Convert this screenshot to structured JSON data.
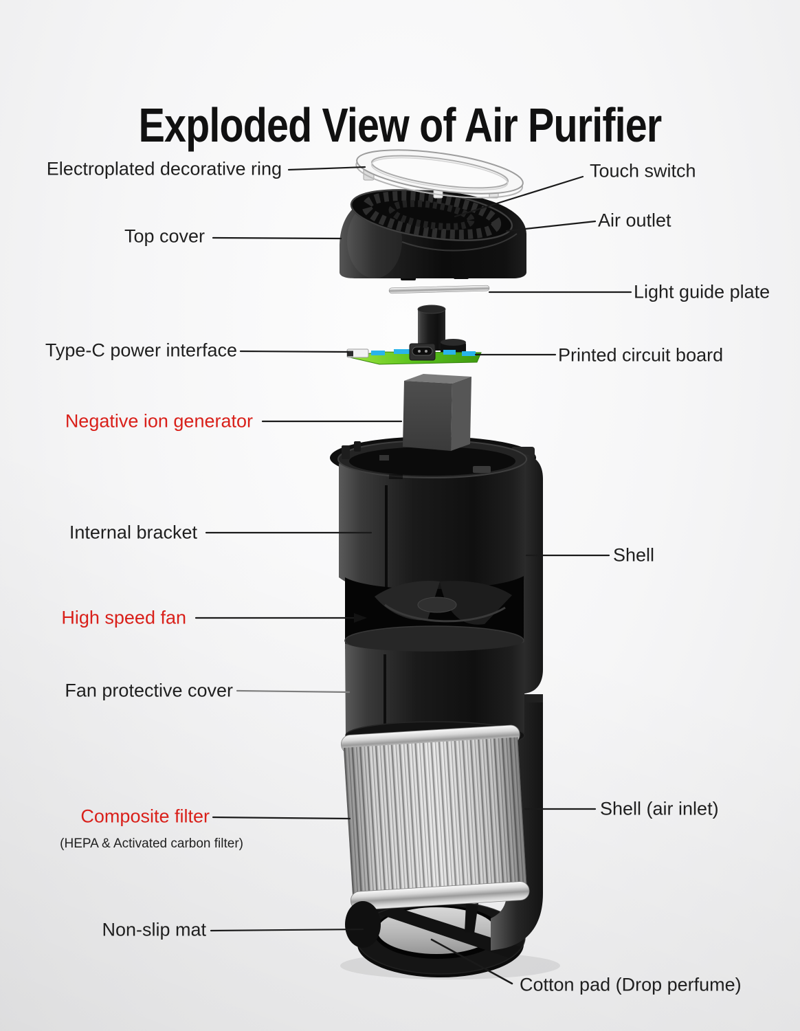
{
  "title": "Exploded View of Air Purifier",
  "colors": {
    "accent_red": "#d9201a",
    "text": "#1f1f1f",
    "leader_line": "#1a1a1a",
    "pcb_green": "#5bc21d",
    "pcb_blue": "#29b4ea"
  },
  "labels": {
    "electroplated_ring": {
      "text": "Electroplated decorative ring"
    },
    "top_cover": {
      "text": "Top cover"
    },
    "touch_switch": {
      "text": "Touch switch"
    },
    "air_outlet": {
      "text": "Air outlet"
    },
    "light_guide_plate": {
      "text": "Light guide plate"
    },
    "type_c": {
      "text": "Type-C power interface"
    },
    "pcb": {
      "text": "Printed circuit board"
    },
    "negative_ion": {
      "text": "Negative ion generator"
    },
    "internal_bracket": {
      "text": "Internal bracket"
    },
    "shell": {
      "text": "Shell"
    },
    "high_speed_fan": {
      "text": "High speed fan"
    },
    "fan_cover": {
      "text": "Fan protective cover"
    },
    "composite_filter": {
      "text": "Composite filter"
    },
    "composite_filter_sub": {
      "text": "(HEPA & Activated carbon filter)"
    },
    "shell_air_inlet": {
      "text": "Shell (air inlet)"
    },
    "non_slip_mat": {
      "text": "Non-slip mat"
    },
    "cotton_pad": {
      "text": "Cotton pad (Drop perfume)"
    }
  }
}
